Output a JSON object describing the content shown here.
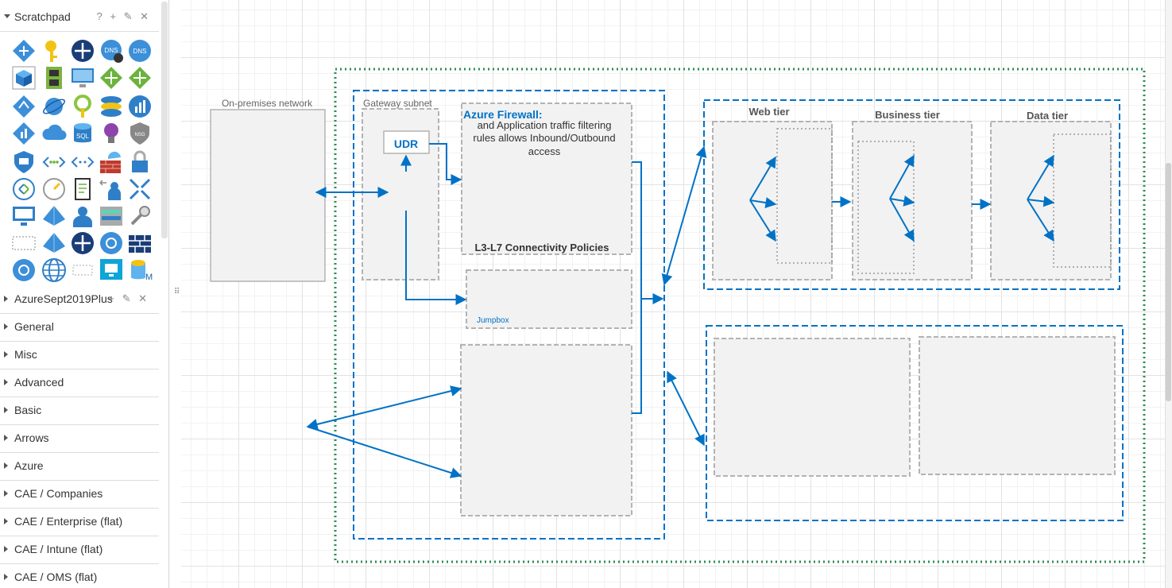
{
  "sidebar": {
    "scratchpad": {
      "label": "Scratchpad",
      "tools": "? + ✎ ✕"
    },
    "azure_sept": {
      "label": "AzureSept2019Plus",
      "tools": "+ ✎ ✕"
    },
    "libraries": [
      "General",
      "Misc",
      "Advanced",
      "Basic",
      "Arrows",
      "Azure",
      "CAE / Companies",
      "CAE / Enterprise (flat)",
      "CAE / Intune (flat)",
      "CAE / OMS (flat)"
    ],
    "icon_labels": {
      "dns": "DNS",
      "sql": "SQL",
      "nsg": "NSG",
      "m": "M"
    },
    "handle": "⠿"
  },
  "diagram": {
    "onprem_label": "On-premises network",
    "gateway_label": "Gateway subnet",
    "udr_label": "UDR",
    "firewall_title": "Azure Firewall:",
    "firewall_desc_1": "and Application traffic filtering",
    "firewall_desc_2": "rules allows Inbound/Outbound",
    "firewall_desc_3": "access",
    "firewall_policy": "L3-L7 Connectivity Policies",
    "jumpbox_label": "Jumpbox",
    "web_tier": "Web tier",
    "business_tier": "Business tier",
    "data_tier": "Data tier"
  },
  "colors": {
    "azure_blue": "#0072c6",
    "dashed_gray": "#b3b3b3",
    "green_dot": "#2e8b57",
    "box_fill": "#f2f2f2"
  }
}
